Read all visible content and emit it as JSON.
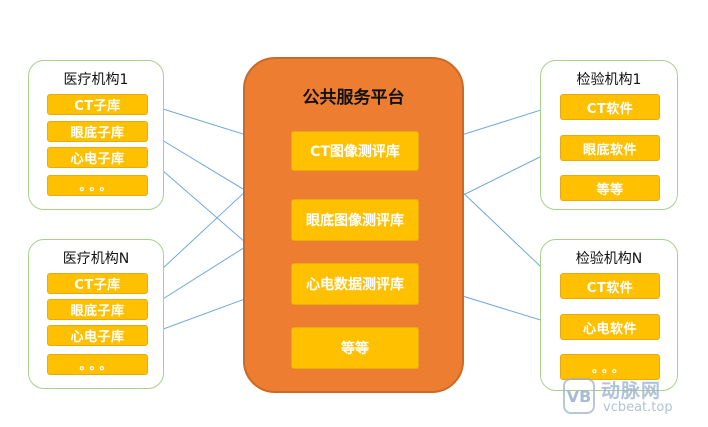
{
  "platform": {
    "title": "公共服务平台",
    "libraries": [
      "CT图像测评库",
      "眼底图像测评库",
      "心电数据测评库",
      "等等"
    ]
  },
  "medical_1": {
    "title": "医疗机构1",
    "items": [
      "CT子库",
      "眼底子库",
      "心电子库",
      "。。。"
    ]
  },
  "medical_n": {
    "title": "医疗机构N",
    "items": [
      "CT子库",
      "眼底子库",
      "心电子库",
      "。。。"
    ]
  },
  "inspection_1": {
    "title": "检验机构1",
    "items": [
      "CT软件",
      "眼底软件",
      "等等"
    ]
  },
  "inspection_n": {
    "title": "检验机构N",
    "items": [
      "CT软件",
      "心电软件",
      "。。。"
    ]
  },
  "watermark": {
    "logo": "VB",
    "cn": "动脉网",
    "en": "vcbeat.top"
  },
  "colors": {
    "platform": "#ed7d31",
    "item": "#ffc000",
    "group_border": "#a9d18e",
    "link_line": "#6fa8dc"
  }
}
